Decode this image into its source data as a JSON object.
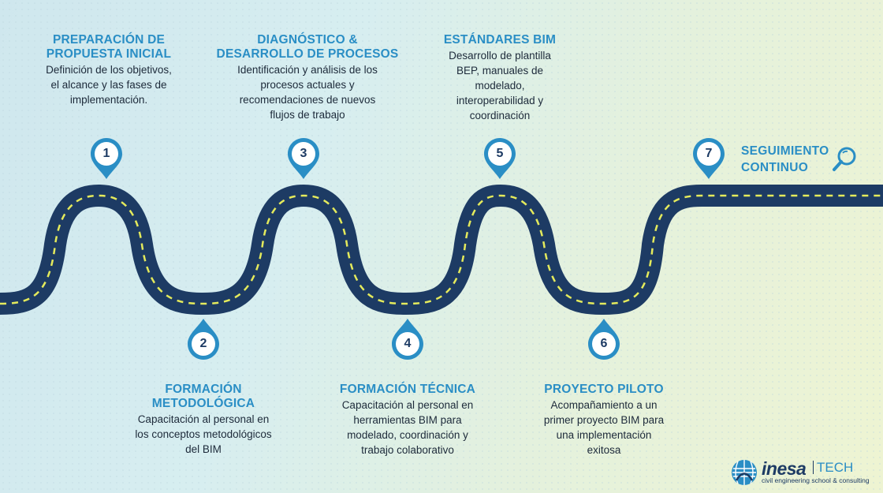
{
  "steps": [
    {
      "num": "1",
      "title": "PREPARACIÓN DE\nPROPUESTA INICIAL",
      "desc": "Definición de los objetivos,\nel alcance y las fases de\nimplementación."
    },
    {
      "num": "2",
      "title": "FORMACIÓN\nMETODOLÓGICA",
      "desc": "Capacitación al personal en\nlos conceptos metodológicos\ndel BIM"
    },
    {
      "num": "3",
      "title": "DIAGNÓSTICO &\nDESARROLLO DE PROCESOS",
      "desc": "Identificación y análisis de los\nprocesos actuales y\nrecomendaciones de nuevos\nflujos de trabajo"
    },
    {
      "num": "4",
      "title": "FORMACIÓN TÉCNICA",
      "desc": "Capacitación al personal en\nherramientas BIM para\nmodelado, coordinación y\ntrabajo colaborativo"
    },
    {
      "num": "5",
      "title": "ESTÁNDARES BIM",
      "desc": "Desarrollo de plantilla\nBEP, manuales de\nmodelado,\ninteroperabilidad y\ncoordinación"
    },
    {
      "num": "6",
      "title": "PROYECTO PILOTO",
      "desc": "Acompañamiento a un\nprimer proyecto BIM para\nuna implementación\nexitosa"
    },
    {
      "num": "7",
      "title": "SEGUIMIENTO\nCONTINUO",
      "desc": ""
    }
  ],
  "logo": {
    "brand": "inesa",
    "suffix": "TECH",
    "tagline": "civil engineering school & consulting"
  },
  "colors": {
    "road": "#1d3b64",
    "road_line": "#e4ea5c",
    "accent": "#2a8ec5",
    "text": "#1d2a3a"
  },
  "icons": {
    "step7": "magnifier-icon"
  }
}
